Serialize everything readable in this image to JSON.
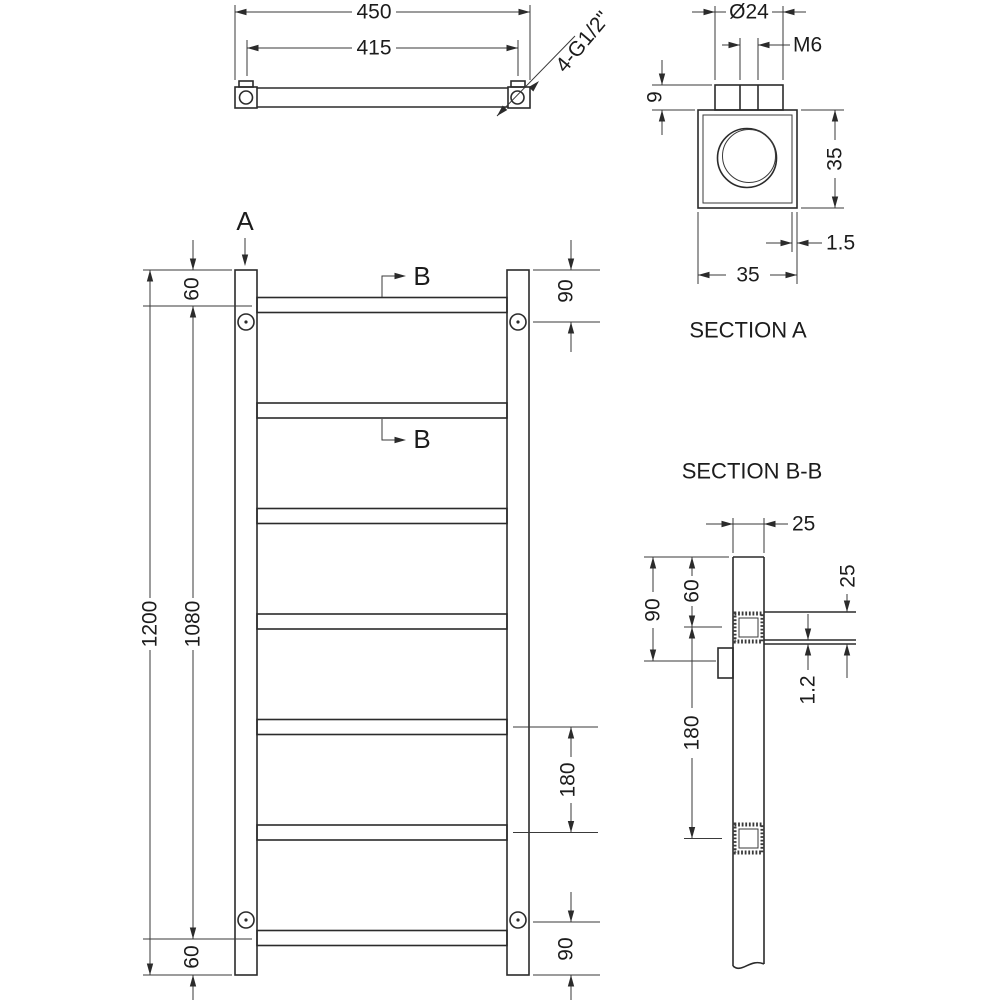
{
  "drawing": {
    "line_color": "#2b2b2b",
    "background": "#ffffff"
  },
  "top_view": {
    "dim_overall_width": "450",
    "dim_connection_spacing": "415",
    "thread_note": "4-G1/2\""
  },
  "section_a": {
    "caption": "SECTION A",
    "dim_stub_diameter": "Ø24",
    "dim_thread": "M6",
    "dim_stub_height": "9",
    "dim_block_height": "35",
    "dim_wall_thickness": "1.5",
    "dim_block_width": "35"
  },
  "front_view": {
    "cut_label_a": "A",
    "cut_label_b_top": "B",
    "cut_label_b_bottom": "B",
    "dim_top_rung_offset": "60",
    "dim_overall_height": "1200",
    "dim_rung_span": "1080",
    "dim_bottom_rung_offset": "60",
    "dim_bracket_top": "90",
    "dim_rung_pitch": "180",
    "dim_bracket_bottom": "90"
  },
  "section_bb": {
    "caption": "SECTION B-B",
    "dim_post_width": "25",
    "dim_rung_size": "25",
    "dim_rung_wall": "1.2",
    "dim_bracket_offset": "90",
    "dim_rung_offset": "60",
    "dim_rung_pitch": "180"
  }
}
